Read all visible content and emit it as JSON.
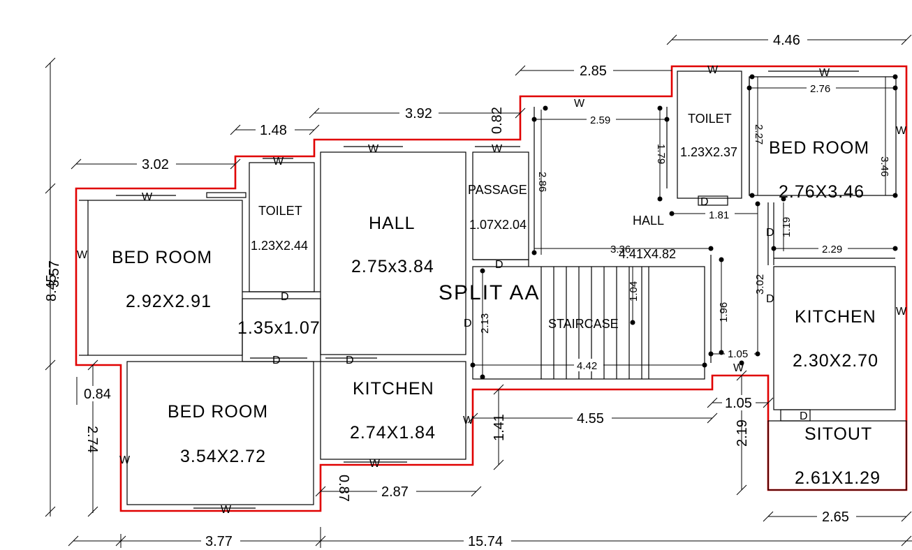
{
  "title": "SPLIT AA",
  "rooms": {
    "bed_nw": {
      "name": "BED  ROOM",
      "size": "2.92X2.91"
    },
    "bed_sw": {
      "name": "BED  ROOM",
      "size": "3.54X2.72"
    },
    "toilet_w": {
      "name": "TOILET",
      "size": "1.23X2.44"
    },
    "hall_w": {
      "name": "HALL",
      "size": "2.75x3.84"
    },
    "passage": {
      "name": "PASSAGE",
      "size": "1.07X2.04"
    },
    "lobby": {
      "size": "1.35x1.07"
    },
    "kitchen_w": {
      "name": "KITCHEN",
      "size": "2.74X1.84"
    },
    "hall_e": {
      "name": "HALL",
      "size": "4.41X4.82"
    },
    "staircase": {
      "name": "STAIRCASE"
    },
    "toilet_e": {
      "name": "TOILET",
      "size": "1.23X2.37"
    },
    "bed_e": {
      "name": "BED  ROOM",
      "size": "2.76X3.46"
    },
    "kitchen_e": {
      "name": "KITCHEN",
      "size": "2.30X2.70"
    },
    "sitout": {
      "name": "SITOUT",
      "size": "2.61X1.29"
    }
  },
  "dims": {
    "d_446": "4.46",
    "d_285": "2.85",
    "d_392": "3.92",
    "d_082": "0.82",
    "d_148": "1.48",
    "d_302": "3.02",
    "d_276": "2.76",
    "d_259": "2.59",
    "d_227": "2.27",
    "d_346": "3.46",
    "d_179": "1.79",
    "d_286": "2.86",
    "d_181": "1.81",
    "d_119": "1.19",
    "d_229": "2.29",
    "d_336": "3.36",
    "d_104": "1.04",
    "d_213": "2.13",
    "d_196": "1.96",
    "d_302b": "3.02",
    "d_105": "1.05",
    "d_442": "4.42",
    "d_105b": "1.05",
    "d_455": "4.55",
    "d_141": "1.41",
    "d_219": "2.19",
    "d_087": "0.87",
    "d_287": "2.87",
    "d_265": "2.65",
    "d_377": "3.77",
    "d_1574": "15.74",
    "d_084": "0.84",
    "d_274": "2.74",
    "d_845": "8.45",
    "d_357": "3.57"
  },
  "marks": {
    "window": "W",
    "door": "D"
  }
}
